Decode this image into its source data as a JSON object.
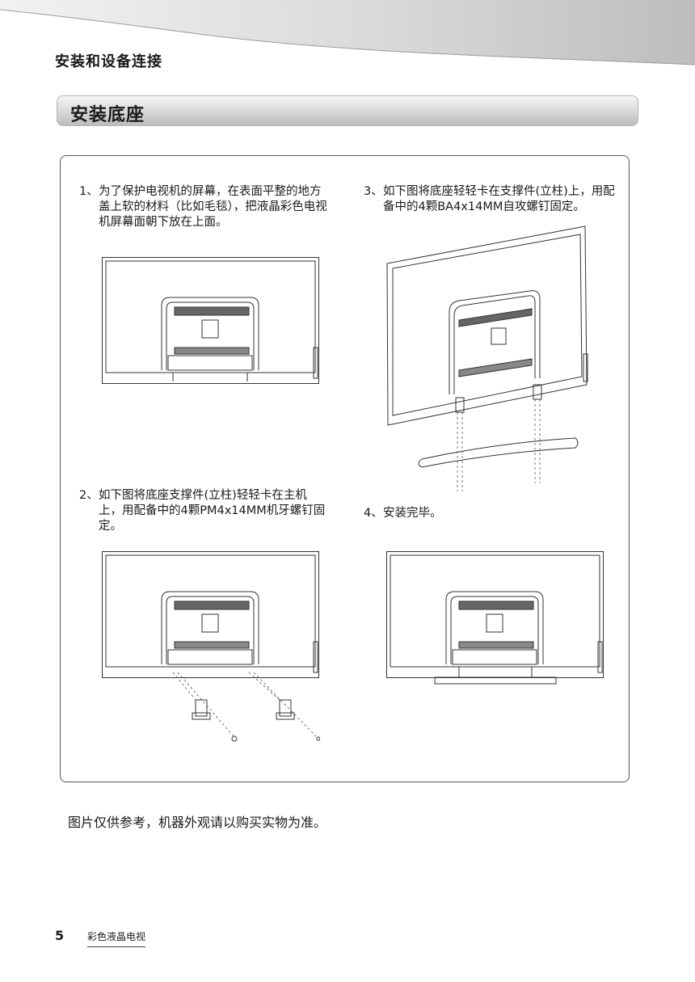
{
  "header": {
    "section_title": "安装和设备连接"
  },
  "banner": {
    "title": "安装底座"
  },
  "steps": [
    {
      "num": "1、",
      "text": "为了保护电视机的屏幕，在表面平整的地方盖上软的材料（比如毛毯），把液晶彩色电视机屏幕面朝下放在上面。"
    },
    {
      "num": "2、",
      "text": "如下图将底座支撑件(立柱)轻轻卡在主机上，用配备中的4颗PM4x14MM机牙螺钉固定。"
    },
    {
      "num": "3、",
      "text": "如下图将底座轻轻卡在支撑件(立柱)上，用配备中的4颗BA4x14MM自攻螺钉固定。"
    },
    {
      "num": "4、",
      "text": "安装完毕。"
    }
  ],
  "note": "图片仅供参考，机器外观请以购买实物为准。",
  "footer": {
    "page_number": "5",
    "title": "彩色液晶电视"
  },
  "colors": {
    "line": "#333333",
    "banner_gray": "#cfcfcf"
  }
}
